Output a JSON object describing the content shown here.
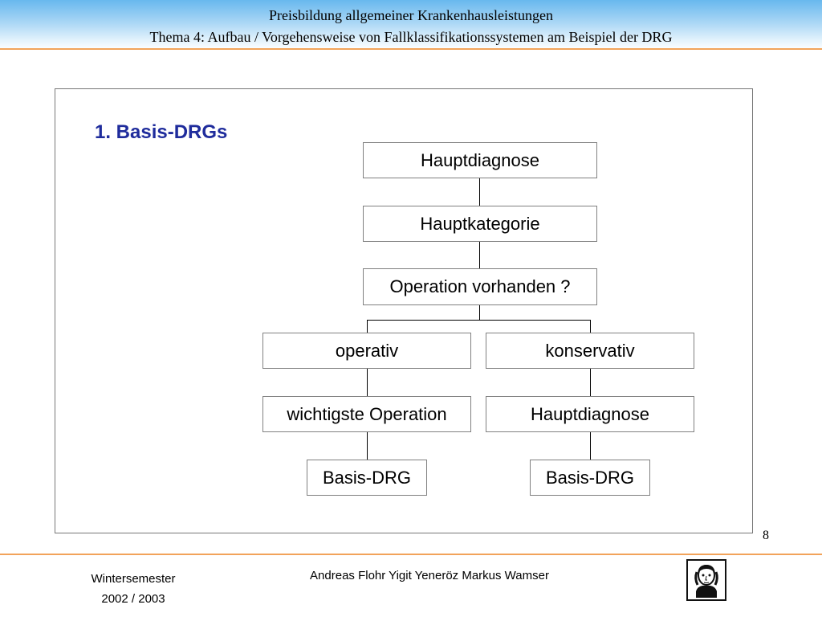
{
  "header": {
    "line1": "Preisbildung allgemeiner Krankenhausleistungen",
    "line2": "Thema 4: Aufbau / Vorgehensweise von Fallklassifikationssystemen am Beispiel der DRG"
  },
  "section_title": "1. Basis-DRGs",
  "diagram": {
    "root": "Hauptdiagnose",
    "category": "Hauptkategorie",
    "decision": "Operation vorhanden ?",
    "left": {
      "branch": "operativ",
      "step": "wichtigste Operation",
      "result": "Basis-DRG"
    },
    "right": {
      "branch": "konservativ",
      "step": "Hauptdiagnose",
      "result": "Basis-DRG"
    }
  },
  "page_number": "8",
  "footer": {
    "semester_line1": "Wintersemester",
    "semester_line2": "2002 / 2003",
    "authors": "Andreas Flohr  Yigit Yeneröz  Markus Wamser"
  },
  "colors": {
    "title_blue": "#1f2c9c",
    "rule_orange": "#f2a35a",
    "header_blue": "#68b8ee"
  }
}
